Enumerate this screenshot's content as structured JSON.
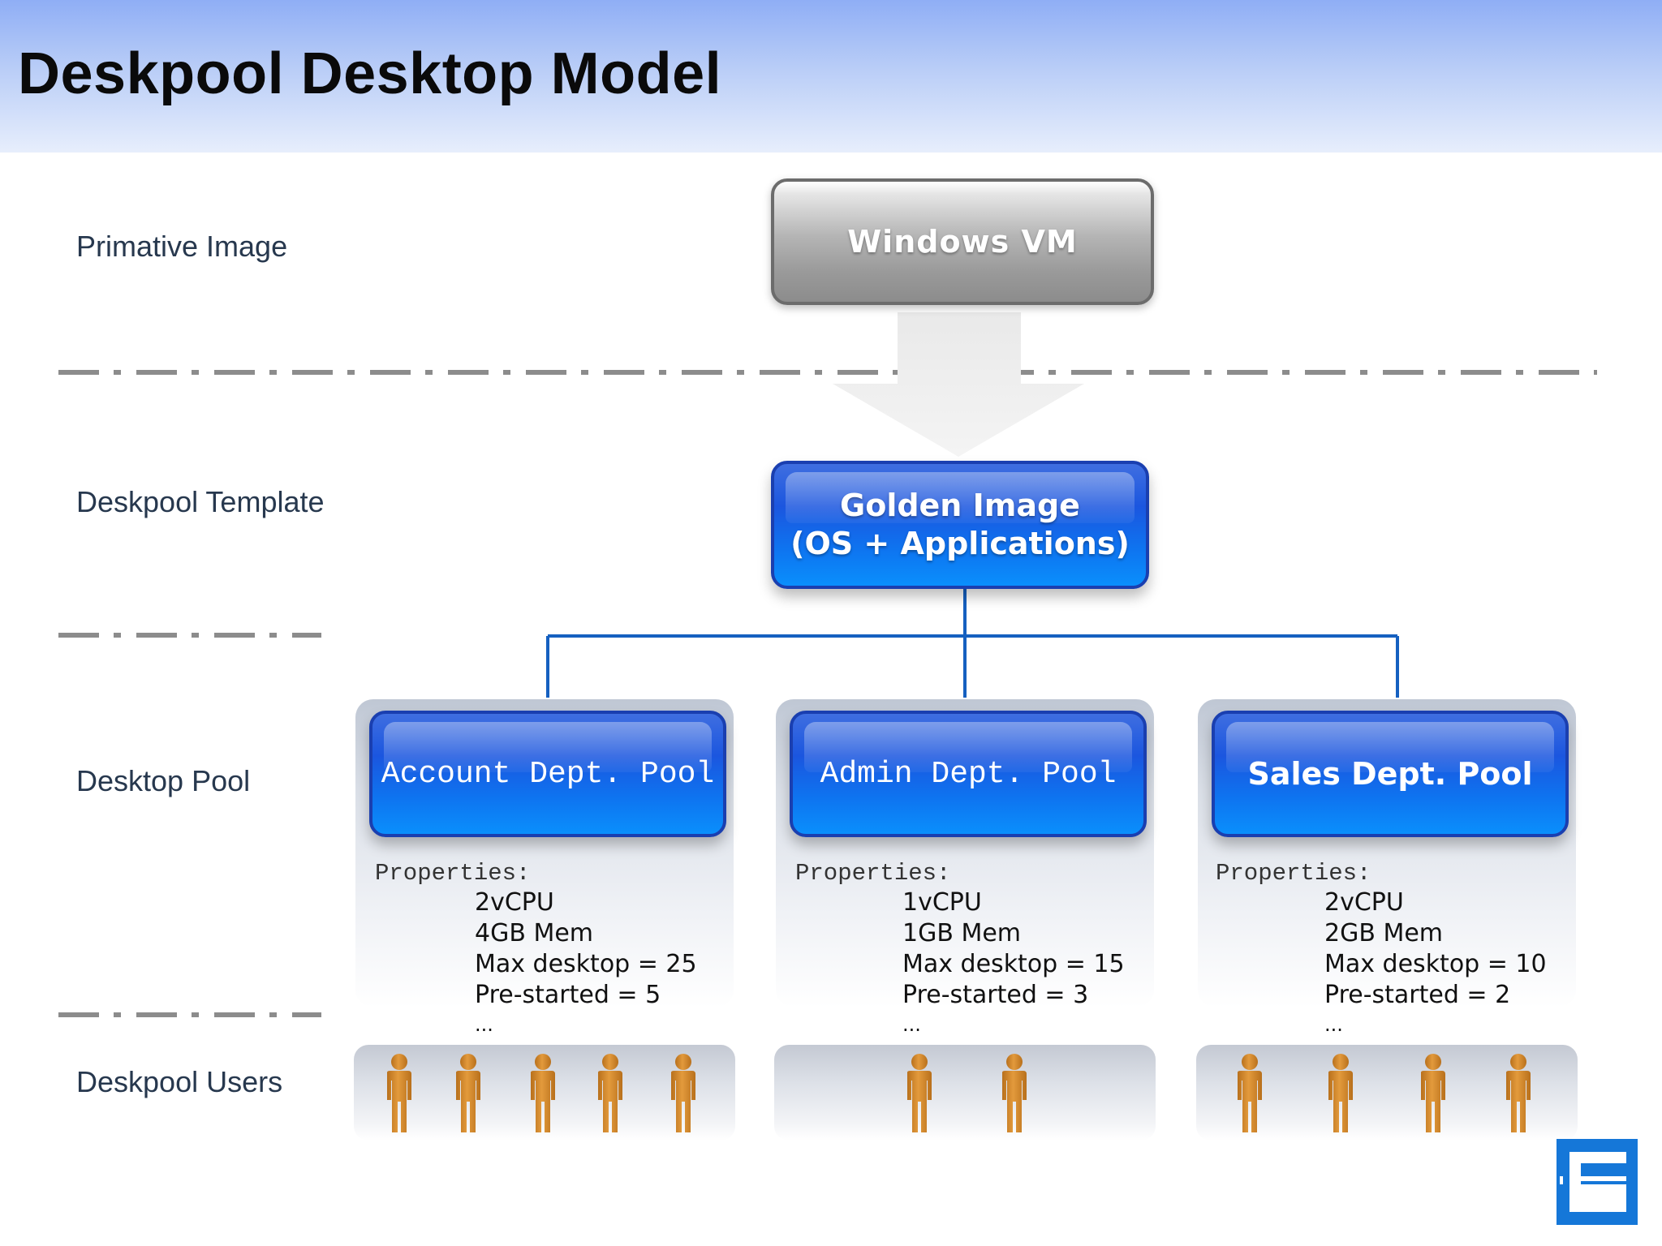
{
  "slide": {
    "title": "Deskpool Desktop Model"
  },
  "rows": {
    "primitive": "Primative Image",
    "template": "Deskpool Template",
    "pool": "Desktop Pool",
    "users": "Deskpool Users"
  },
  "nodes": {
    "windows_vm": "Windows VM",
    "golden_line1": "Golden Image",
    "golden_line2": "(OS + Applications)"
  },
  "pools": [
    {
      "name": "Account Dept. Pool",
      "properties_label": "Properties:",
      "props": [
        "2vCPU",
        "4GB Mem",
        "Max desktop = 25",
        "Pre-started = 5",
        "..."
      ],
      "users": 5
    },
    {
      "name": "Admin Dept. Pool",
      "properties_label": "Properties:",
      "props": [
        "1vCPU",
        "1GB Mem",
        "Max desktop = 15",
        "Pre-started = 3",
        "..."
      ],
      "users": 2
    },
    {
      "name": "Sales Dept. Pool",
      "properties_label": "Properties:",
      "props": [
        "2vCPU",
        "2GB Mem",
        "Max desktop = 10",
        "Pre-started = 2",
        "..."
      ],
      "users": 4
    }
  ],
  "icons": {
    "user": "person-icon",
    "logo": "company-logo-icon",
    "arrow": "down-arrow-icon"
  },
  "colors": {
    "blue": "#0e74f0",
    "gray": "#9a9a9a",
    "connector": "#1560c0",
    "user": "#d98e2e",
    "logo": "#1577d8"
  }
}
